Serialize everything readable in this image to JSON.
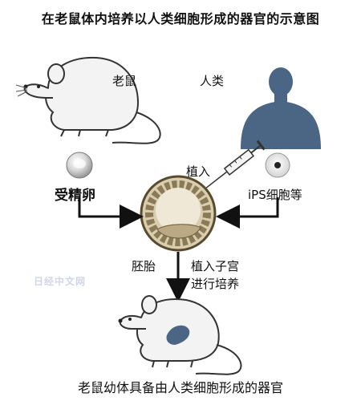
{
  "title": "在老鼠体内培养以人类细胞形成的器官的示意图",
  "labels": {
    "mouse": "老鼠",
    "human": "人类",
    "fertilized_egg": "受精卵",
    "implant": "植入",
    "ips_cells": "iPS细胞等",
    "embryo": "胚胎",
    "implant_uterus": "植入子宫",
    "grow": "进行培养"
  },
  "caption": "老鼠幼体具备由人类细胞形成的器官",
  "watermark": "日经中文网",
  "colors": {
    "human_silhouette": "#4a6684",
    "organ": "#4a6684",
    "embryo_fill": "#d8cdae",
    "embryo_ring": "#5a4b2e",
    "arrow": "#111111"
  },
  "icons": [
    "mouse-icon",
    "human-silhouette-icon",
    "egg-cell-icon",
    "ips-cell-icon",
    "syringe-icon",
    "embryo-icon",
    "offspring-mouse-icon"
  ]
}
